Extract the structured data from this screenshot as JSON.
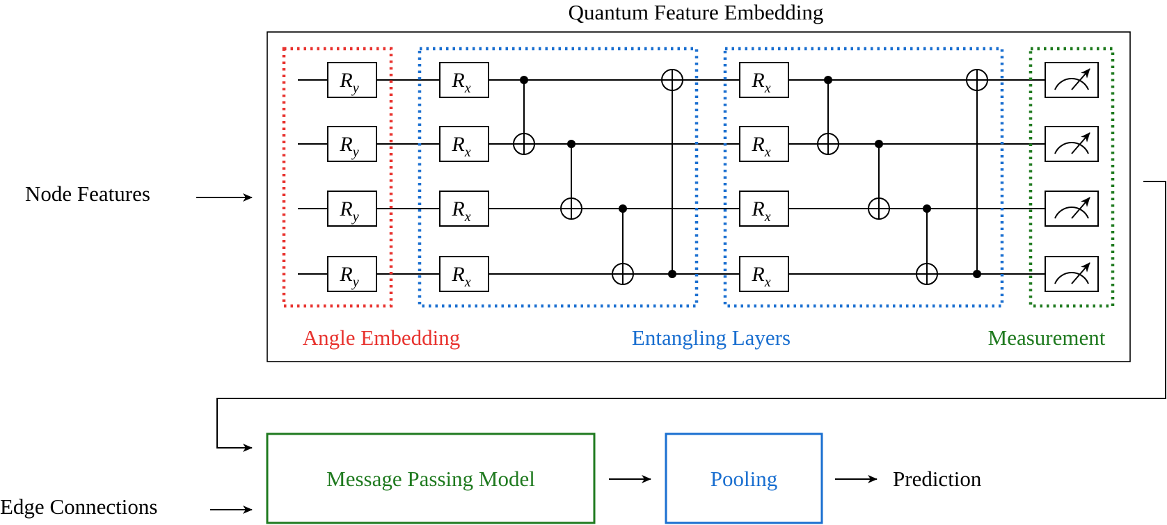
{
  "title": "Quantum Feature Embedding",
  "inputs": {
    "node_features": "Node Features",
    "edge_connections": "Edge Connections"
  },
  "sections": {
    "angle_embedding": {
      "label": "Angle Embedding",
      "color": "#e8332f"
    },
    "entangling_layers": {
      "label": "Entangling Layers",
      "color": "#1a6fd0"
    },
    "measurement": {
      "label": "Measurement",
      "color": "#1f7a1f"
    }
  },
  "gates": {
    "ry": {
      "base": "R",
      "sub": "y"
    },
    "rx": {
      "base": "R",
      "sub": "x"
    },
    "meter_icon": "meter-icon"
  },
  "pipeline": {
    "message_passing": {
      "label": "Message Passing Model",
      "color": "#1f7a1f"
    },
    "pooling": {
      "label": "Pooling",
      "color": "#1a6fd0"
    },
    "prediction": "Prediction"
  }
}
